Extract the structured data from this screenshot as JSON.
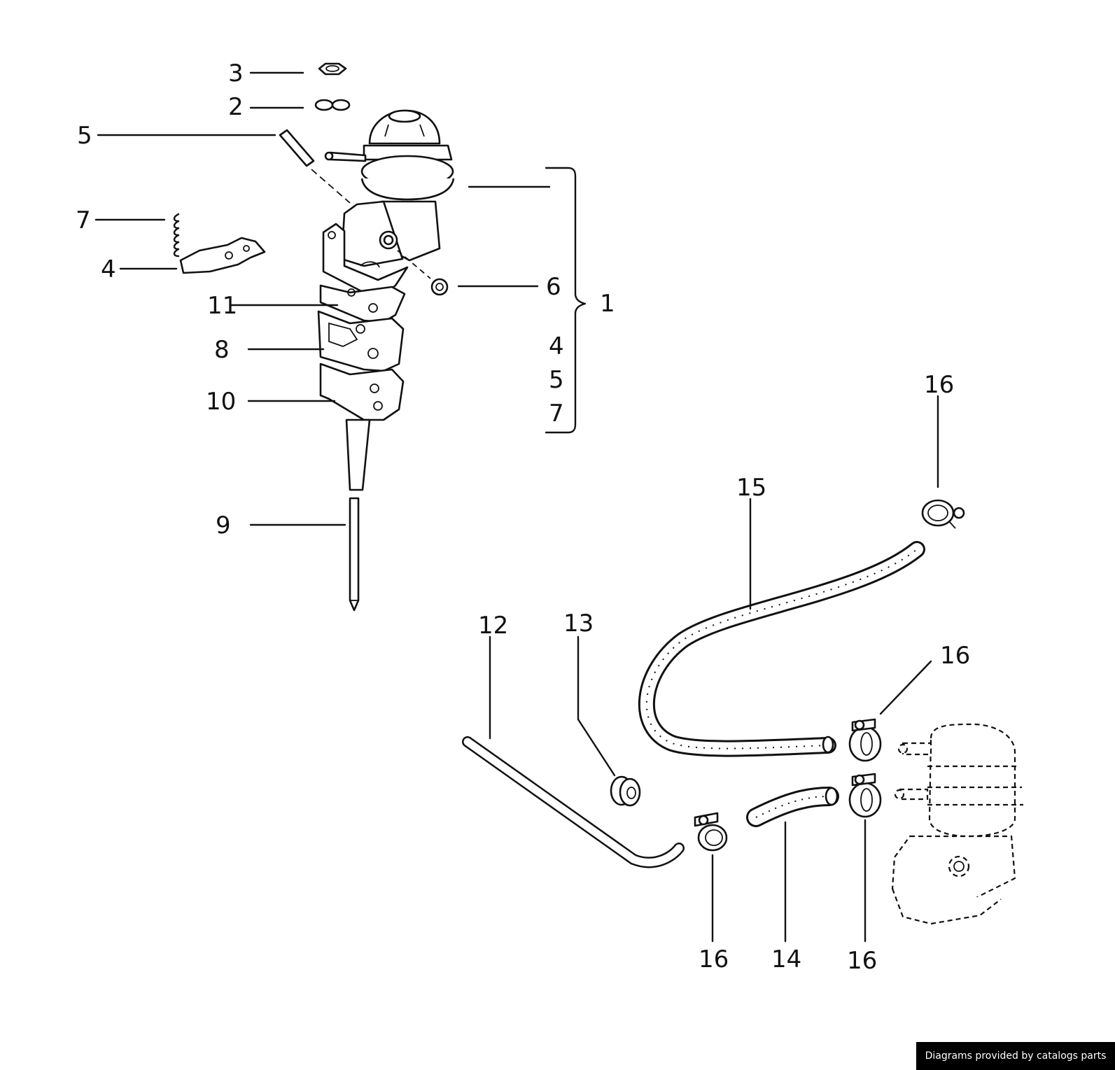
{
  "callouts": {
    "c3": "3",
    "c2": "2",
    "c5": "5",
    "c7": "7",
    "c4": "4",
    "c11": "11",
    "c8": "8",
    "c10": "10",
    "c6": "6",
    "c1": "1",
    "c4b": "4",
    "c5b": "5",
    "c7b": "7",
    "c9": "9",
    "c16a": "16",
    "c15": "15",
    "c12": "12",
    "c13": "13",
    "c16b": "16",
    "c16c": "16",
    "c14": "14",
    "c16d": "16"
  },
  "credit": "Diagrams provided by catalogs parts"
}
